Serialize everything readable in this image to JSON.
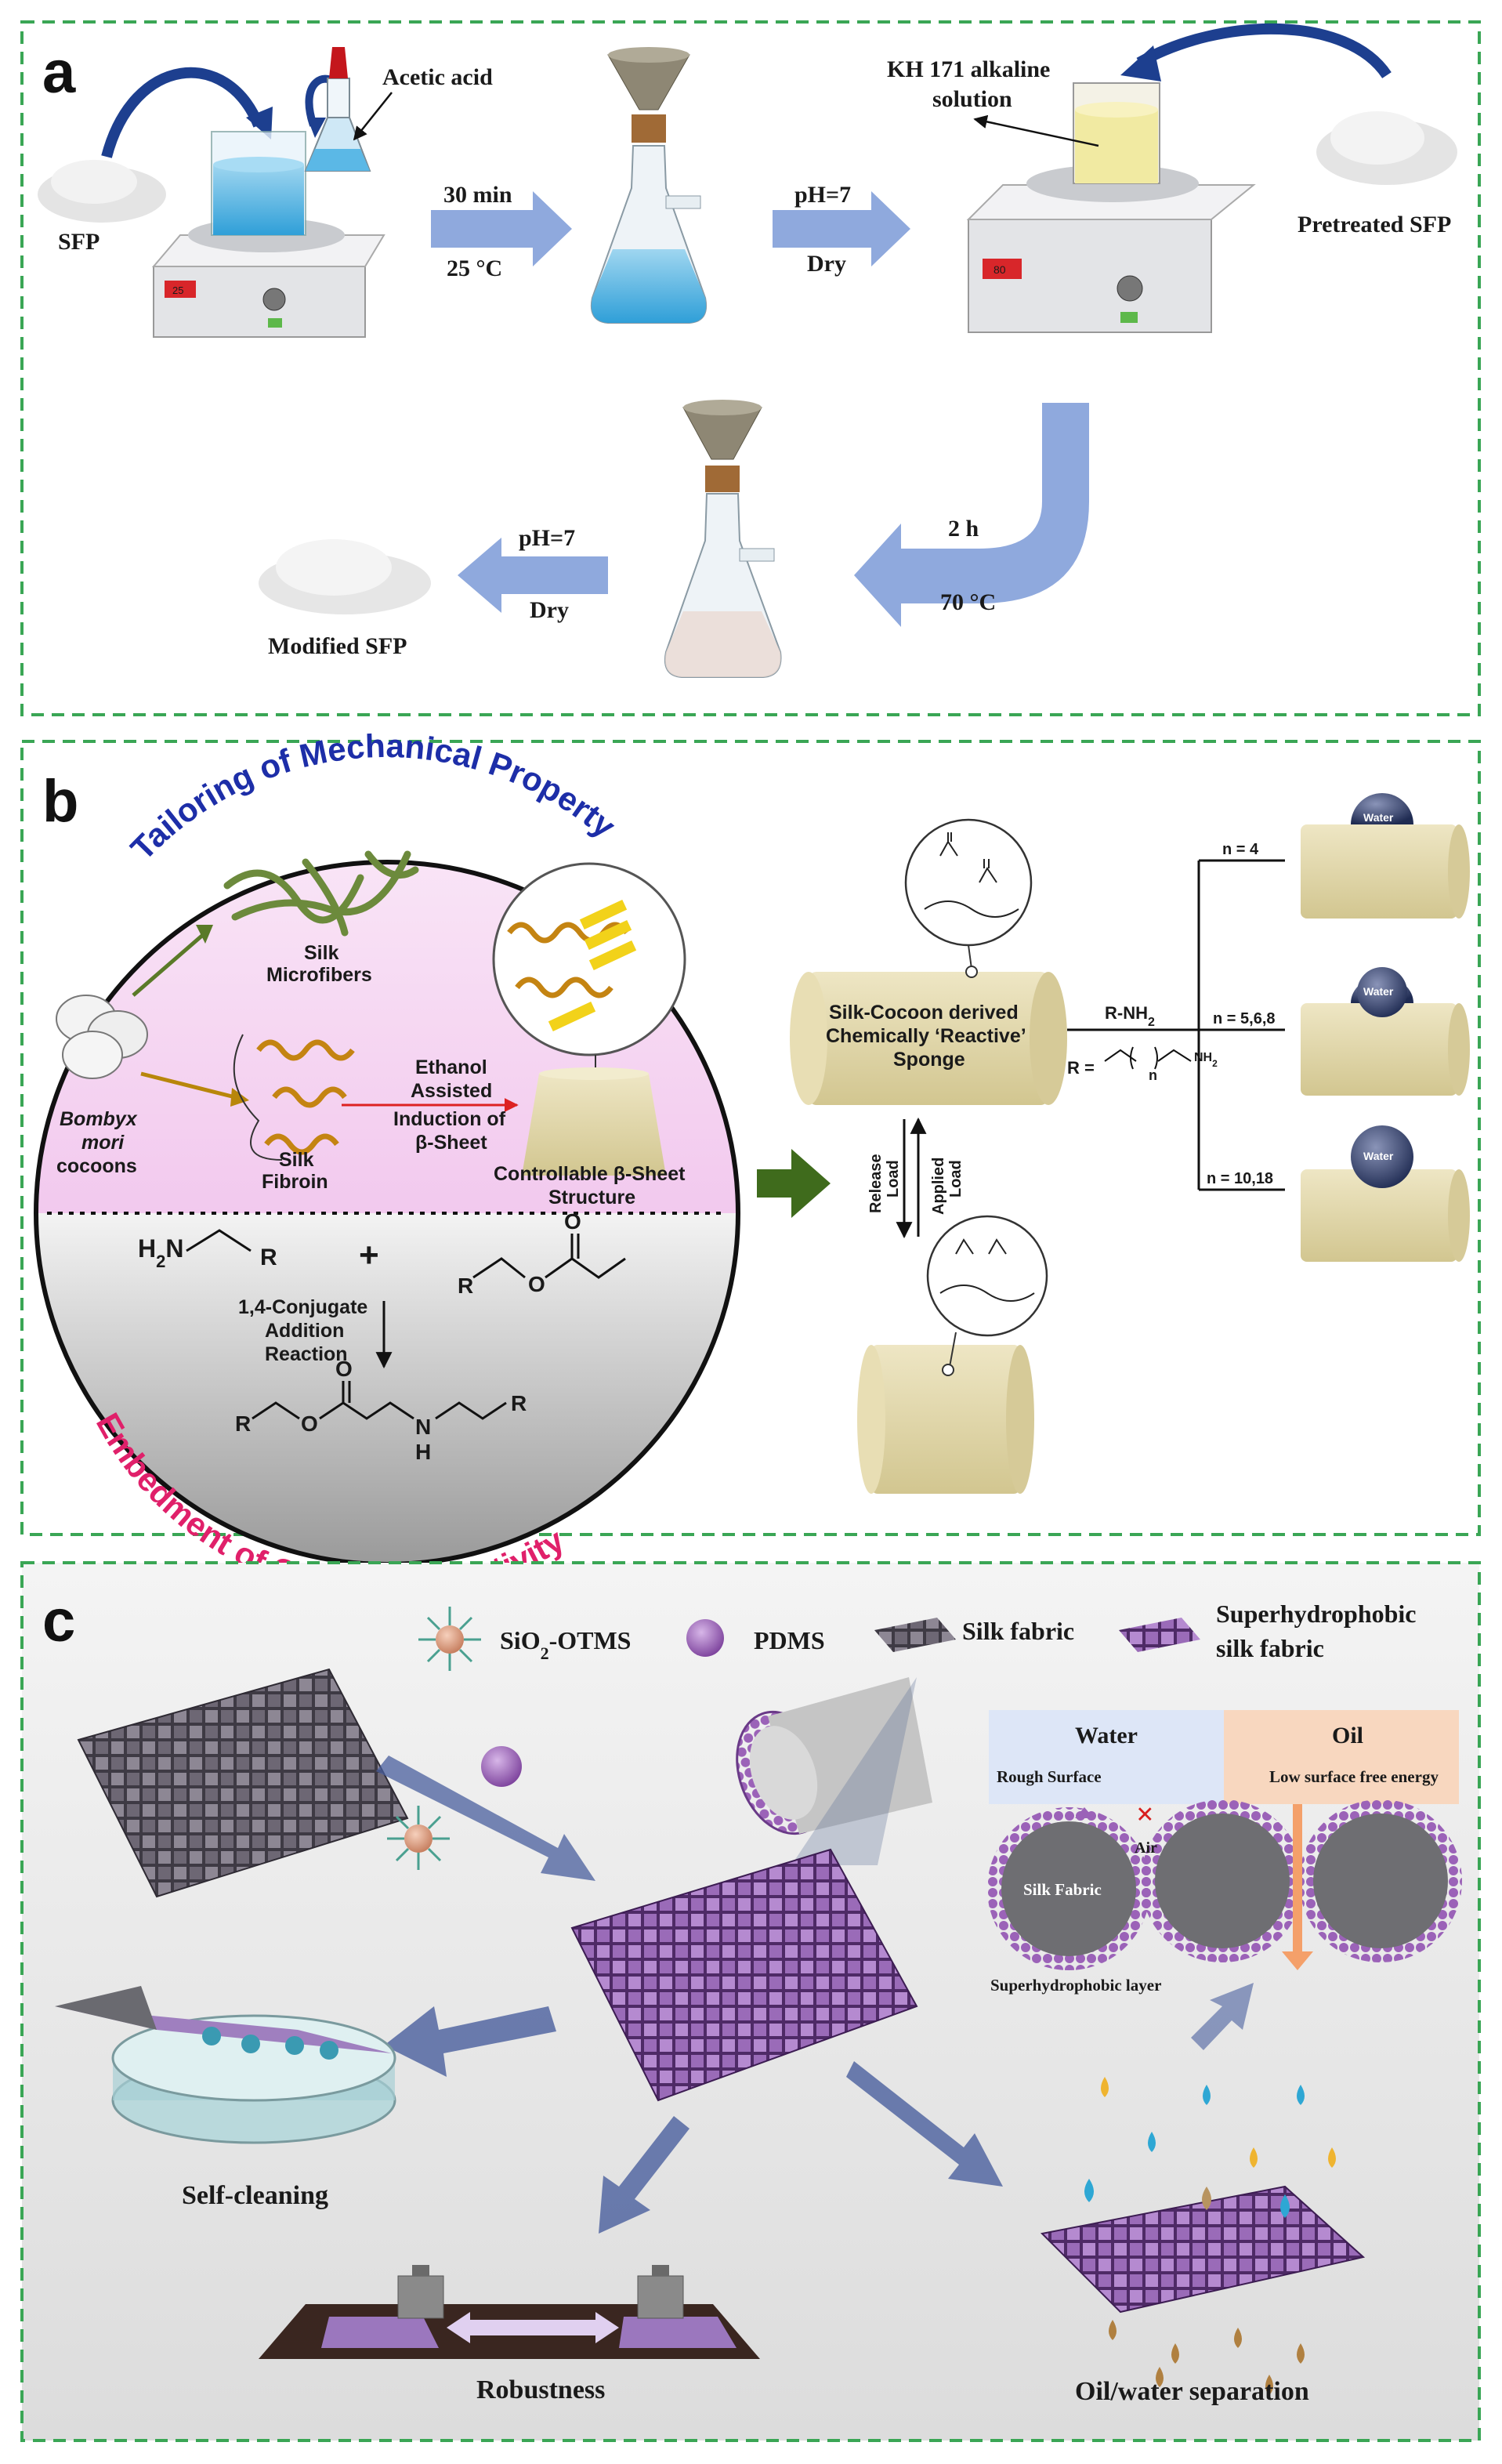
{
  "panels": {
    "a": {
      "label": "a",
      "sfp": "SFP",
      "acetic_acid": "Acetic acid",
      "step1_time": "30 min",
      "step1_temp": "25 °C",
      "step2_ph": "pH=7",
      "step2_dry": "Dry",
      "kh171_line1": "KH 171 alkaline",
      "kh171_line2": "solution",
      "pretreated": "Pretreated SFP",
      "step3_time": "2 h",
      "step3_temp": "70 °C",
      "step4_ph": "pH=7",
      "step4_dry": "Dry",
      "modified": "Modified SFP",
      "stirrer_left_display": "25",
      "stirrer_right_display": "80"
    },
    "b": {
      "label": "b",
      "arc_top": "Tailoring of Mechanical Property",
      "arc_bottom": "Embedment of Chemical Reactivity",
      "silk_microfibers_1": "Silk",
      "silk_microfibers_2": "Microfibers",
      "bombyx_1": "Bombyx",
      "bombyx_2": "mori",
      "bombyx_3": "cocoons",
      "silk_fibroin_1": "Silk",
      "silk_fibroin_2": "Fibroin",
      "ethanol_1": "Ethanol",
      "ethanol_2": "Assisted",
      "ethanol_3": "Induction of",
      "ethanol_4": "β-Sheet",
      "controllable_1": "Controllable β-Sheet",
      "controllable_2": "Structure",
      "conjugate_1": "1,4-Conjugate",
      "conjugate_2": "Addition",
      "conjugate_3": "Reaction",
      "sponge_1": "Silk-Cocoon derived",
      "sponge_2": "Chemically ‘Reactive’",
      "sponge_3": "Sponge",
      "rnh2": "R-NH",
      "rnh2_sub": "2",
      "r_eq": "R =",
      "r_n": "n",
      "r_nh2": "NH",
      "r_nh2_sub": "2",
      "release_load_1": "Release",
      "release_load_2": "Load",
      "applied_load_1": "Applied",
      "applied_load_2": "Load",
      "n4": "n = 4",
      "n568": "n = 5,6,8",
      "n1018": "n = 10,18",
      "water": "Water"
    },
    "c": {
      "label": "c",
      "legend_sio2": "SiO",
      "legend_sio2_sub": "2",
      "legend_sio2_rest": "-OTMS",
      "legend_pdms": "PDMS",
      "legend_silk": "Silk fabric",
      "legend_super_1": "Superhydrophobic",
      "legend_super_2": "silk fabric",
      "water": "Water",
      "oil": "Oil",
      "rough": "Rough Surface",
      "low_energy": "Low surface free energy",
      "air": "Air",
      "silk_fabric": "Silk Fabric",
      "super_layer": "Superhydrophobic layer",
      "self_cleaning": "Self-cleaning",
      "robustness": "Robustness",
      "oil_water": "Oil/water separation"
    }
  },
  "colors": {
    "frame_green": "#3aa655",
    "arrow_blue": "#8fa9dd",
    "stirrer_grey": "#d9dadd",
    "silk_purple": "#8a5aa8",
    "fabric_grey": "#5a5560",
    "sponge_beige": "#e6dcb0"
  }
}
